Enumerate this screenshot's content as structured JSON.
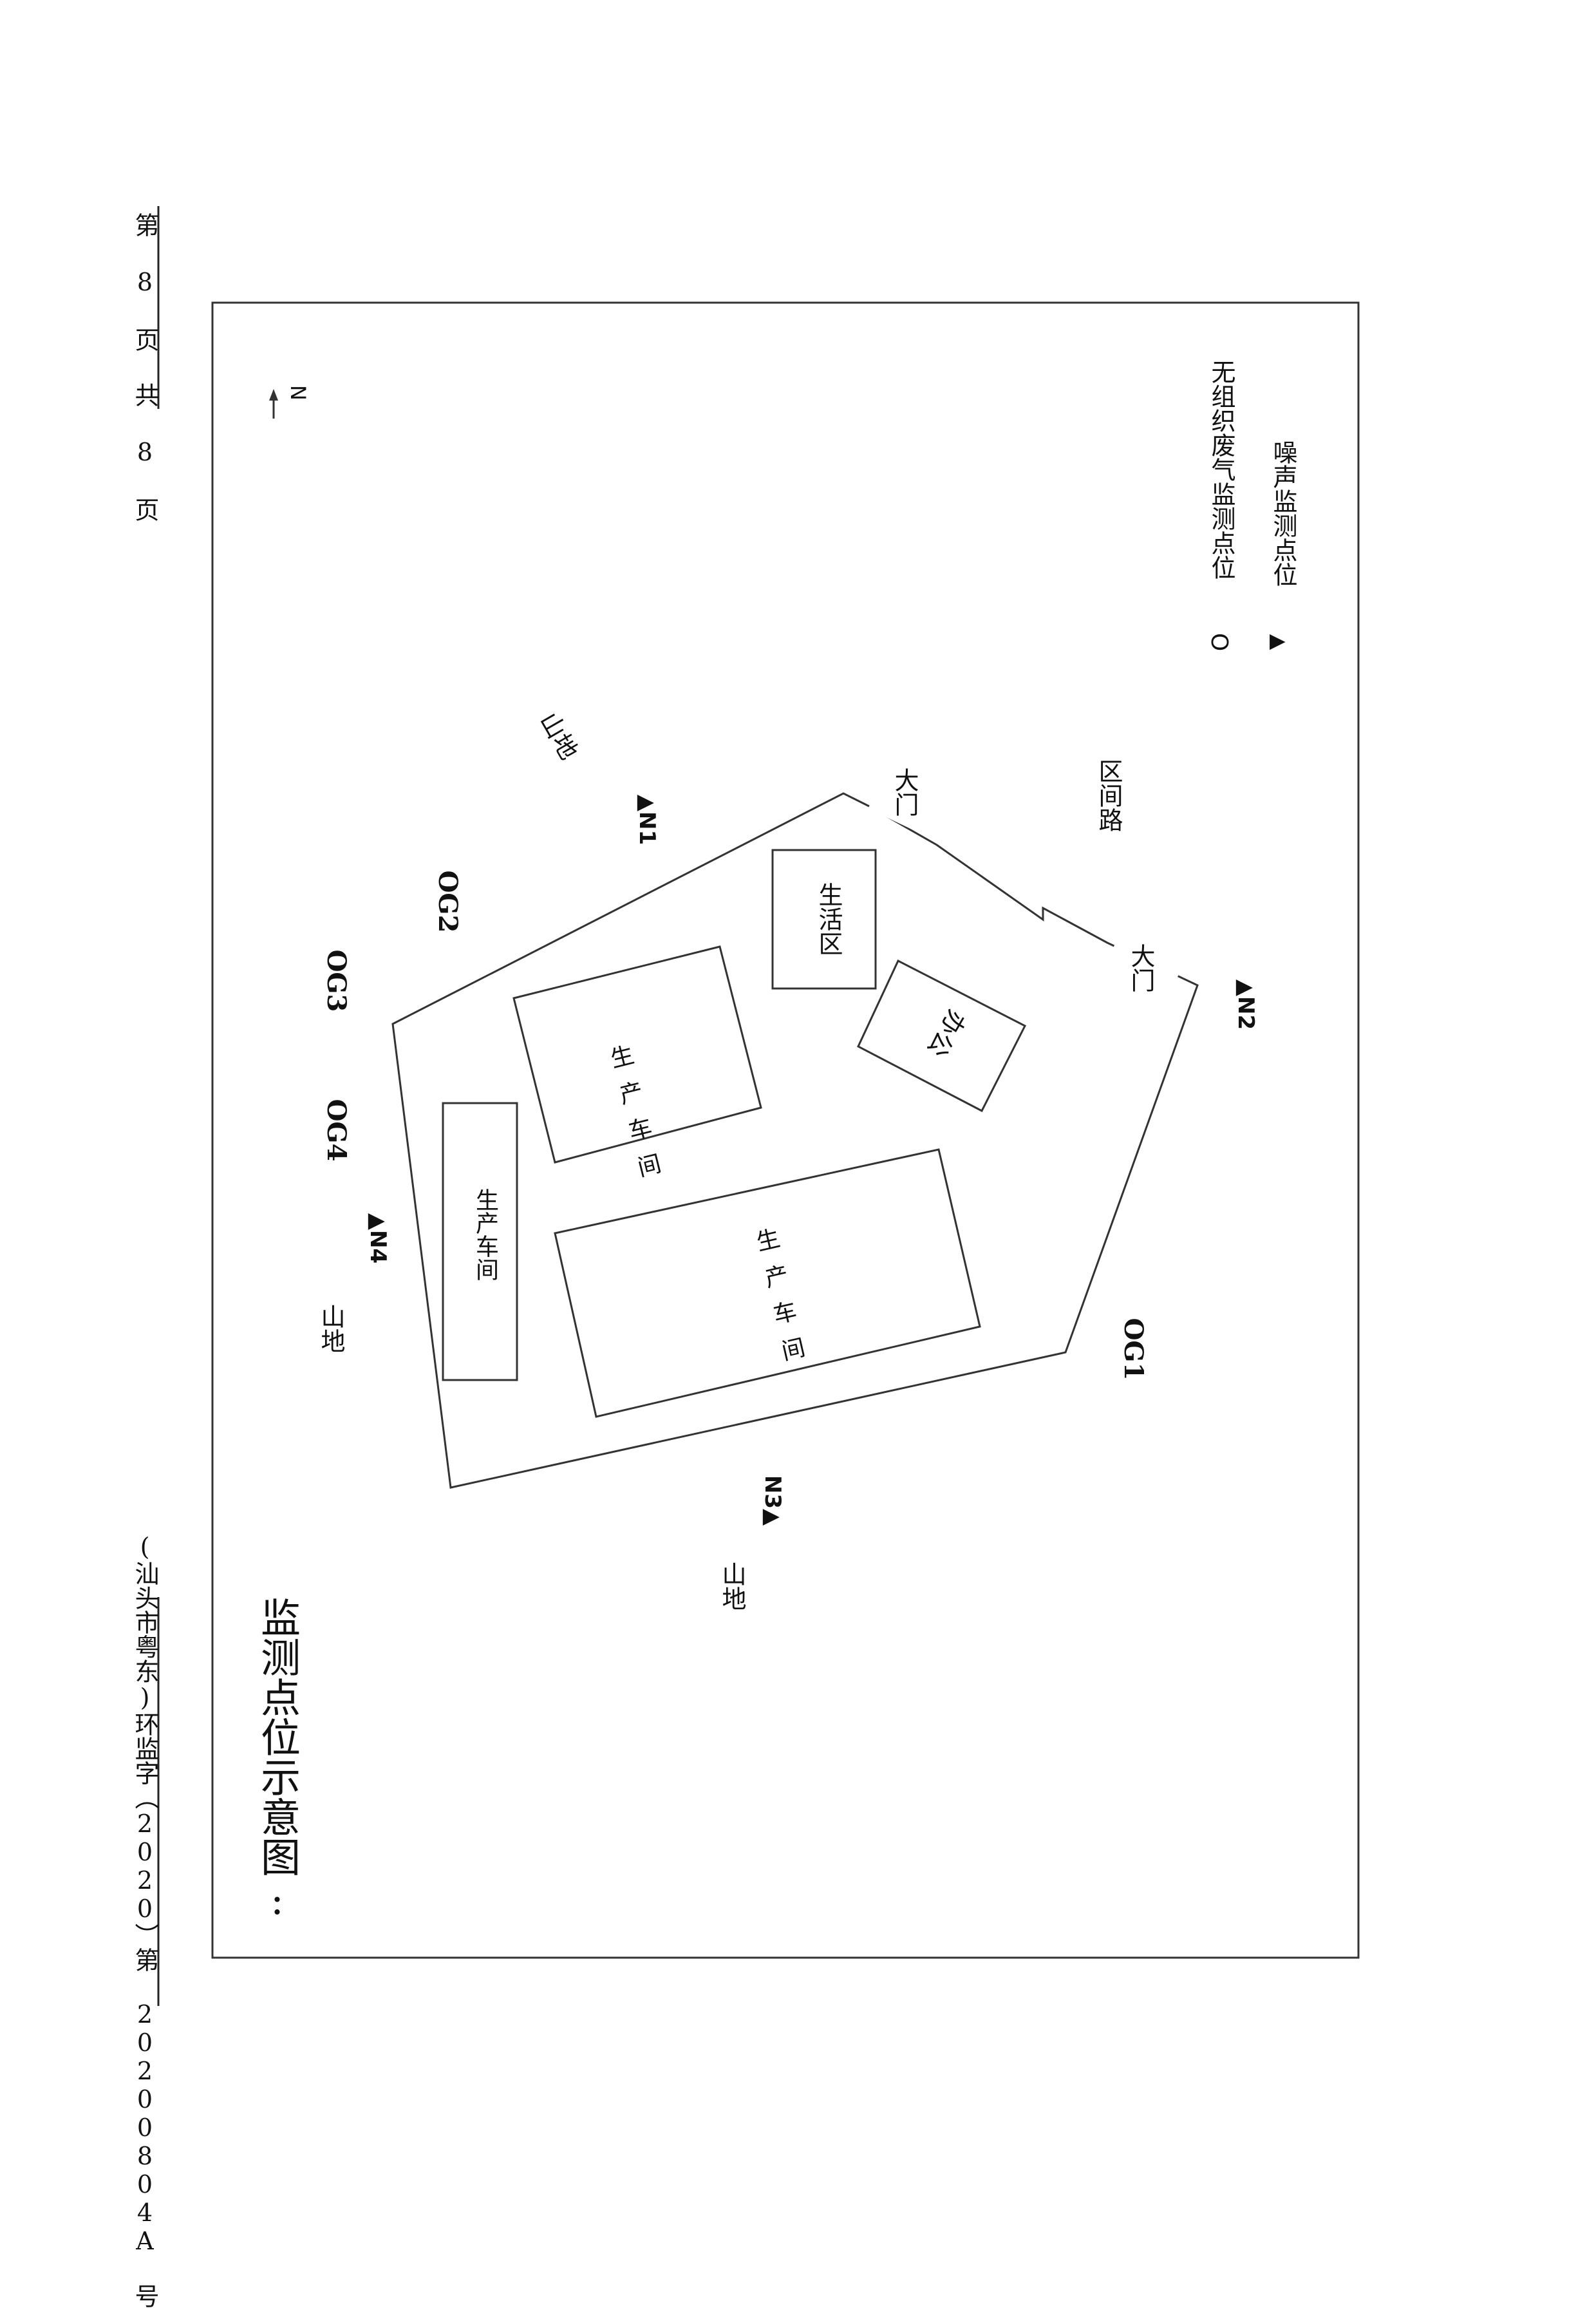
{
  "header": {
    "page_no": "第 8 页 共 8 页",
    "report_no": "(汕头市粤东)环监字（2020）第 20200804A 号"
  },
  "diagram": {
    "title": "监测点位示意图:",
    "north": "N",
    "legend": {
      "circle_symbol": "O",
      "circle_label": "无组织废气监测点位",
      "triangle_symbol": "▲",
      "triangle_label": "噪声监测点位"
    },
    "surroundings": {
      "mountain_north": "山地",
      "mountain_west": "山地",
      "mountain_south": "山地",
      "road_east": "区间路"
    },
    "gates": {
      "gate_1": "大门",
      "gate_2": "大门"
    },
    "buildings": {
      "living_area": "生活区",
      "office": "办公",
      "workshop_a": "生产车间",
      "workshop_b": "生产车间",
      "workshop_c": "生产车间"
    },
    "points": {
      "og1": "OG1",
      "og2": "OG2",
      "og3": "OG3",
      "og4": "OG4",
      "n1": "▲N1",
      "n2": "▲N2",
      "n3": "N3▲",
      "n4": "▲N4"
    }
  }
}
